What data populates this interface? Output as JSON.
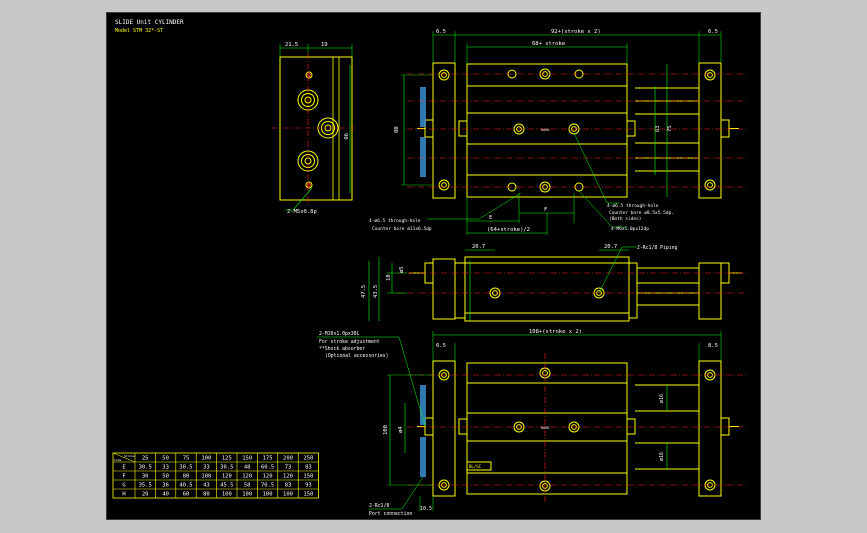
{
  "title": {
    "line1": "SLIDE Unit CYLINDER",
    "line2": "Model  STM 32*-ST"
  },
  "colors": {
    "background": "#000000",
    "body": "#ffff00",
    "dimension": "#00ff00",
    "centerline": "#ff2020",
    "port": "#3a8fd0",
    "text": "#ffffff"
  },
  "dims": {
    "d_21_5": "21.5",
    "d_19": "19",
    "d_90_side": "90",
    "d_m5_side": "2-M5x0.8p",
    "d_6_5_l": "6.5",
    "d_6_5_r": "6.5",
    "d_total": "92+(stroke x 2)",
    "d_68": "68+ stroke",
    "d_80": "80",
    "d_63": "63",
    "d_75": "75",
    "d_e": "E",
    "d_f": "F",
    "d_64": "(64+stroke)/2",
    "note_through_1": "4-ø6.5 through-hole",
    "note_cb_1": "Counter bore ø11x6.5dp",
    "note_through_2": "4-ø6.5 through-hole",
    "note_cb_2a": "Counter bore ø8.5x5.5dp.",
    "note_cb_2b": "(Both sides)",
    "note_m6": "4-M6x1.0px12dp",
    "d_20_7_l": "20.7",
    "d_20_7_r": "20.7",
    "note_rc": "2-Rc1/8 Piping",
    "d_18": "18",
    "d_5": "ø5",
    "d_47_5": "47.5",
    "d_43_5": "43.5",
    "note_m10a": "2-M10x1.0px30L",
    "note_m10b": "For stroke adjustment",
    "note_m10c": "**Shock absorber",
    "note_m10d": "(Optional accessories)",
    "d_total_b": "108+(stroke x 2)",
    "d_6_5_bl": "6.5",
    "d_8_5_br": "8.5",
    "d_100": "100",
    "d_phi": "ø4",
    "d_phi16a": "ø16",
    "d_phi16b": "ø16",
    "note_rc2a": "2-Rc1/8",
    "note_rc2b": "Port connection",
    "d_10_5": "10.5",
    "label_bl": "BL/SC",
    "label_mark": "MARK"
  },
  "table": {
    "corner_top": "Stroke",
    "corner_bottom": "Code",
    "header": [
      "25",
      "50",
      "75",
      "100",
      "125",
      "150",
      "175",
      "200",
      "250"
    ],
    "rows": [
      {
        "code": "E",
        "values": [
          "30.5",
          "33",
          "30.5",
          "33",
          "30.5",
          "48",
          "60.5",
          "73",
          "83"
        ]
      },
      {
        "code": "F",
        "values": [
          "30",
          "50",
          "80",
          "100",
          "120",
          "120",
          "120",
          "120",
          "150"
        ]
      },
      {
        "code": "G",
        "values": [
          "35.5",
          "36",
          "40.5",
          "43",
          "45.5",
          "58",
          "70.5",
          "83",
          "93"
        ]
      },
      {
        "code": "H",
        "values": [
          "20",
          "40",
          "60",
          "80",
          "100",
          "100",
          "100",
          "100",
          "150"
        ]
      }
    ]
  }
}
